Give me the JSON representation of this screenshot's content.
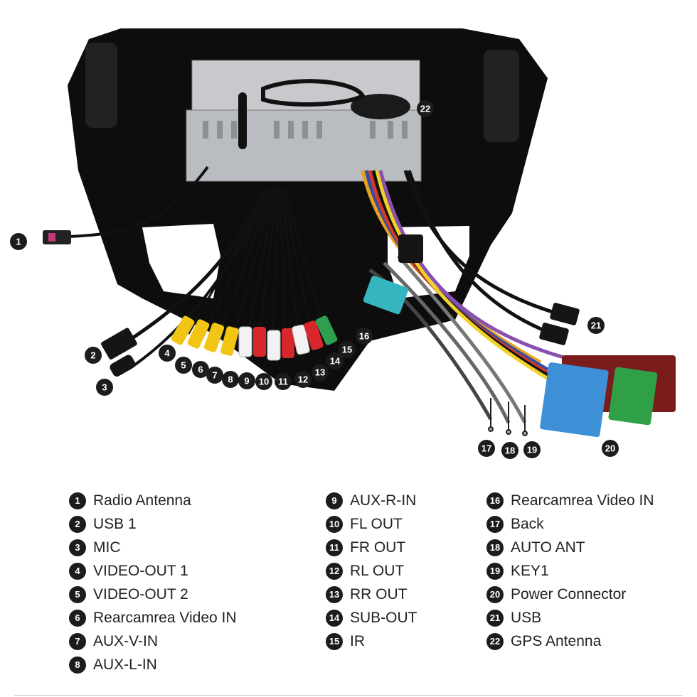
{
  "legend": [
    {
      "num": "1",
      "label": "Radio Antenna"
    },
    {
      "num": "2",
      "label": "USB 1"
    },
    {
      "num": "3",
      "label": "MIC"
    },
    {
      "num": "4",
      "label": "VIDEO-OUT 1"
    },
    {
      "num": "5",
      "label": "VIDEO-OUT 2"
    },
    {
      "num": "6",
      "label": "Rearcamrea Video IN"
    },
    {
      "num": "7",
      "label": "AUX-V-IN"
    },
    {
      "num": "8",
      "label": "AUX-L-IN"
    },
    {
      "num": "9",
      "label": "AUX-R-IN"
    },
    {
      "num": "10",
      "label": "FL OUT"
    },
    {
      "num": "11",
      "label": "FR OUT"
    },
    {
      "num": "12",
      "label": "RL OUT"
    },
    {
      "num": "13",
      "label": "RR OUT"
    },
    {
      "num": "14",
      "label": "SUB-OUT"
    },
    {
      "num": "15",
      "label": "IR"
    },
    {
      "num": "16",
      "label": "Rearcamrea Video IN"
    },
    {
      "num": "17",
      "label": "Back"
    },
    {
      "num": "18",
      "label": "AUTO ANT"
    },
    {
      "num": "19",
      "label": "KEY1"
    },
    {
      "num": "20",
      "label": "Power Connector"
    },
    {
      "num": "21",
      "label": "USB"
    },
    {
      "num": "22",
      "label": "GPS Antenna"
    }
  ],
  "callouts": [
    "1",
    "2",
    "3",
    "4",
    "5",
    "6",
    "7",
    "8",
    "9",
    "10",
    "11",
    "12",
    "13",
    "14",
    "15",
    "16",
    "17",
    "18",
    "19",
    "20",
    "21",
    "22"
  ],
  "colors": {
    "frame": "#0d0d0d",
    "metal": "#b9bcc0",
    "rca_yellow": "#f2c515",
    "rca_white": "#f2f2f2",
    "rca_red": "#d8262d",
    "rca_green": "#2e9e4f",
    "connector_blue": "#3d8fd6",
    "connector_green": "#2fa045",
    "connector_teal": "#35b5c0",
    "power_block": "#7a1c1c"
  }
}
